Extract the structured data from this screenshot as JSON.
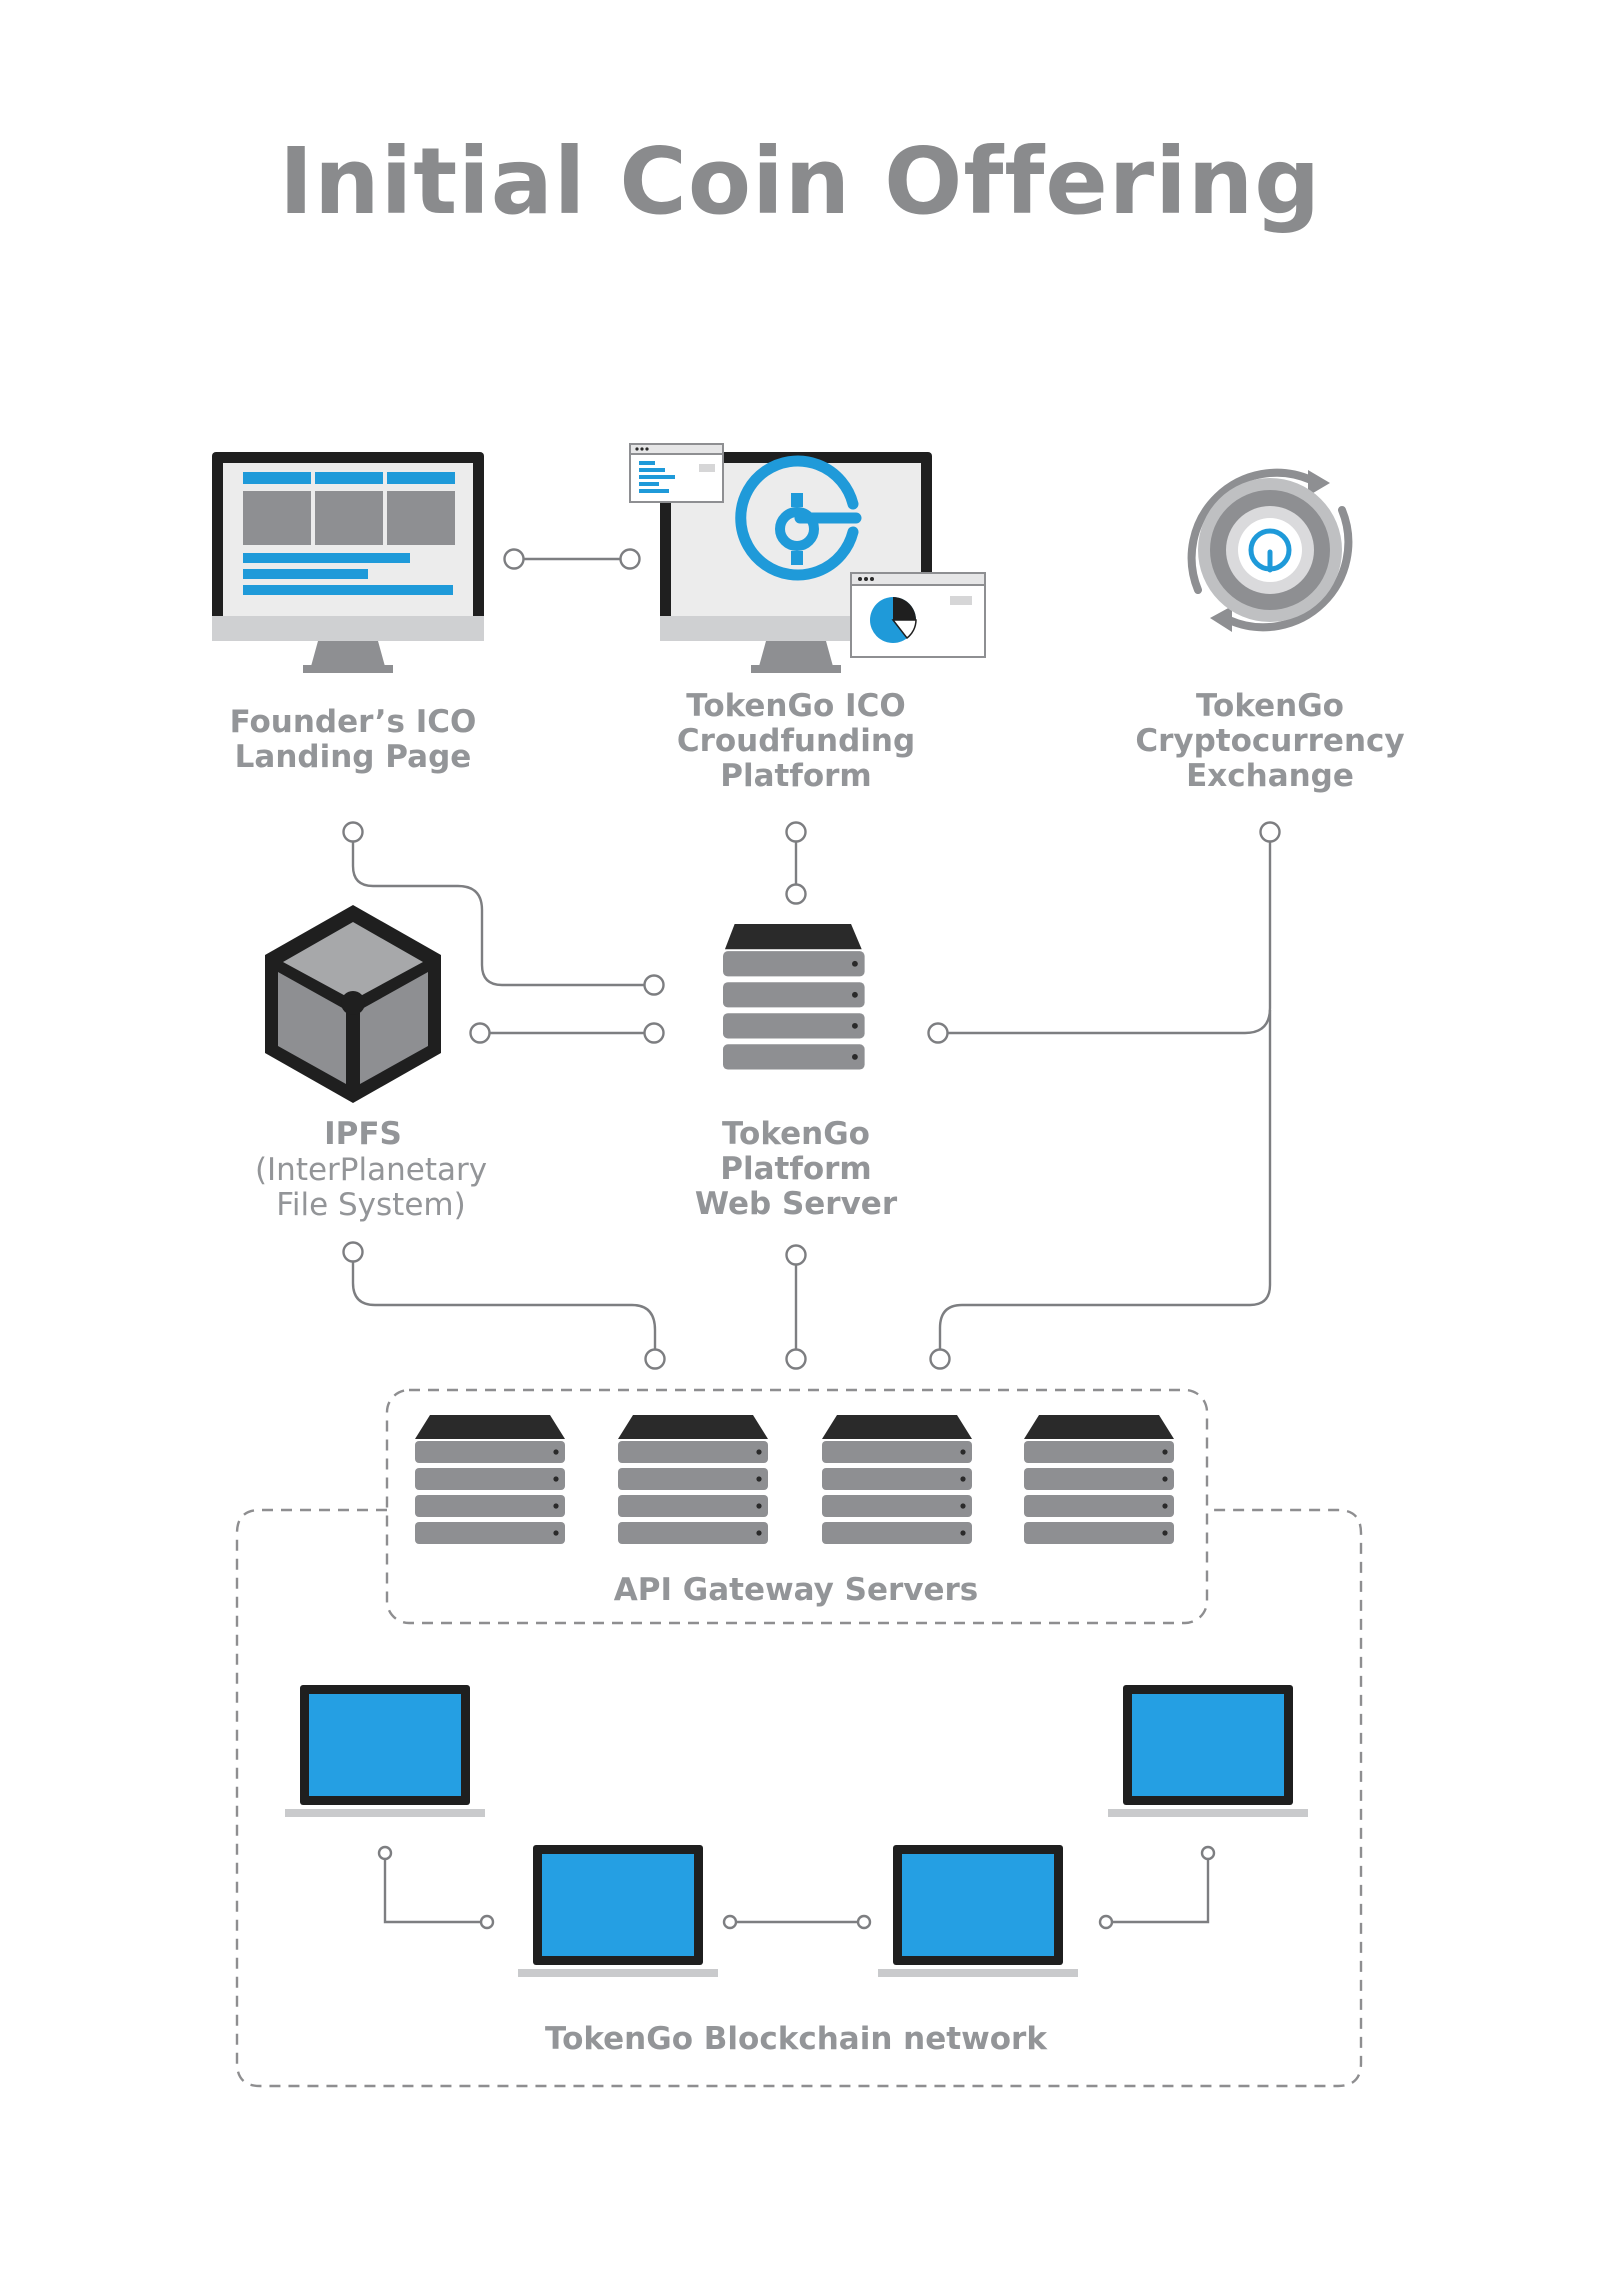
{
  "title": "Initial Coin Offering",
  "nodes": {
    "landing_page": {
      "lines": [
        "Founder’s ICO",
        "Landing Page"
      ]
    },
    "crowdfunding": {
      "lines": [
        "TokenGo ICO",
        "Croudfunding",
        "Platform"
      ]
    },
    "exchange": {
      "lines": [
        "TokenGo",
        "Cryptocurrency",
        "Exchange"
      ]
    },
    "ipfs": {
      "title": "IPFS",
      "lines": [
        "(InterPlanetary",
        "File System)"
      ]
    },
    "web_server": {
      "lines": [
        "TokenGo",
        "Platform",
        "Web Server"
      ]
    },
    "api_gateway": {
      "label": "API Gateway Servers"
    },
    "blockchain": {
      "label": "TokenGo Blockchain network"
    }
  },
  "colors": {
    "title": "#8a8b8d",
    "label": "#939598",
    "accent_blue": "#1f9ad9",
    "screen_blue": "#259fe3",
    "device_dark": "#1f1f1f",
    "server_gray": "#8e8f92",
    "line_gray": "#7d7e81",
    "dashed_border": "#8e8e90"
  },
  "icons": [
    "desktop-monitor-icon",
    "tokengo-logo-icon",
    "exchange-coin-icon",
    "ipfs-cube-icon",
    "server-stack-icon",
    "laptop-icon",
    "browser-window-icon",
    "pie-chart-icon"
  ]
}
